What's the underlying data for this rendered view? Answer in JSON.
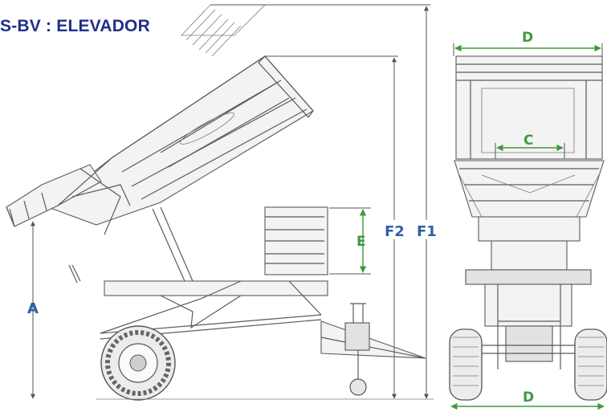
{
  "title": "S-BV : ELEVADOR",
  "dimension_labels": {
    "A": "A",
    "E": "E",
    "F2": "F2",
    "F1": "F1",
    "C": "C",
    "D_top": "D",
    "D_bottom": "D"
  },
  "colors": {
    "title": "#1f2f8a",
    "blue_labels": "#2e5fa6",
    "green_labels": "#3f9a3f",
    "drawing": "#5a5a5a"
  }
}
